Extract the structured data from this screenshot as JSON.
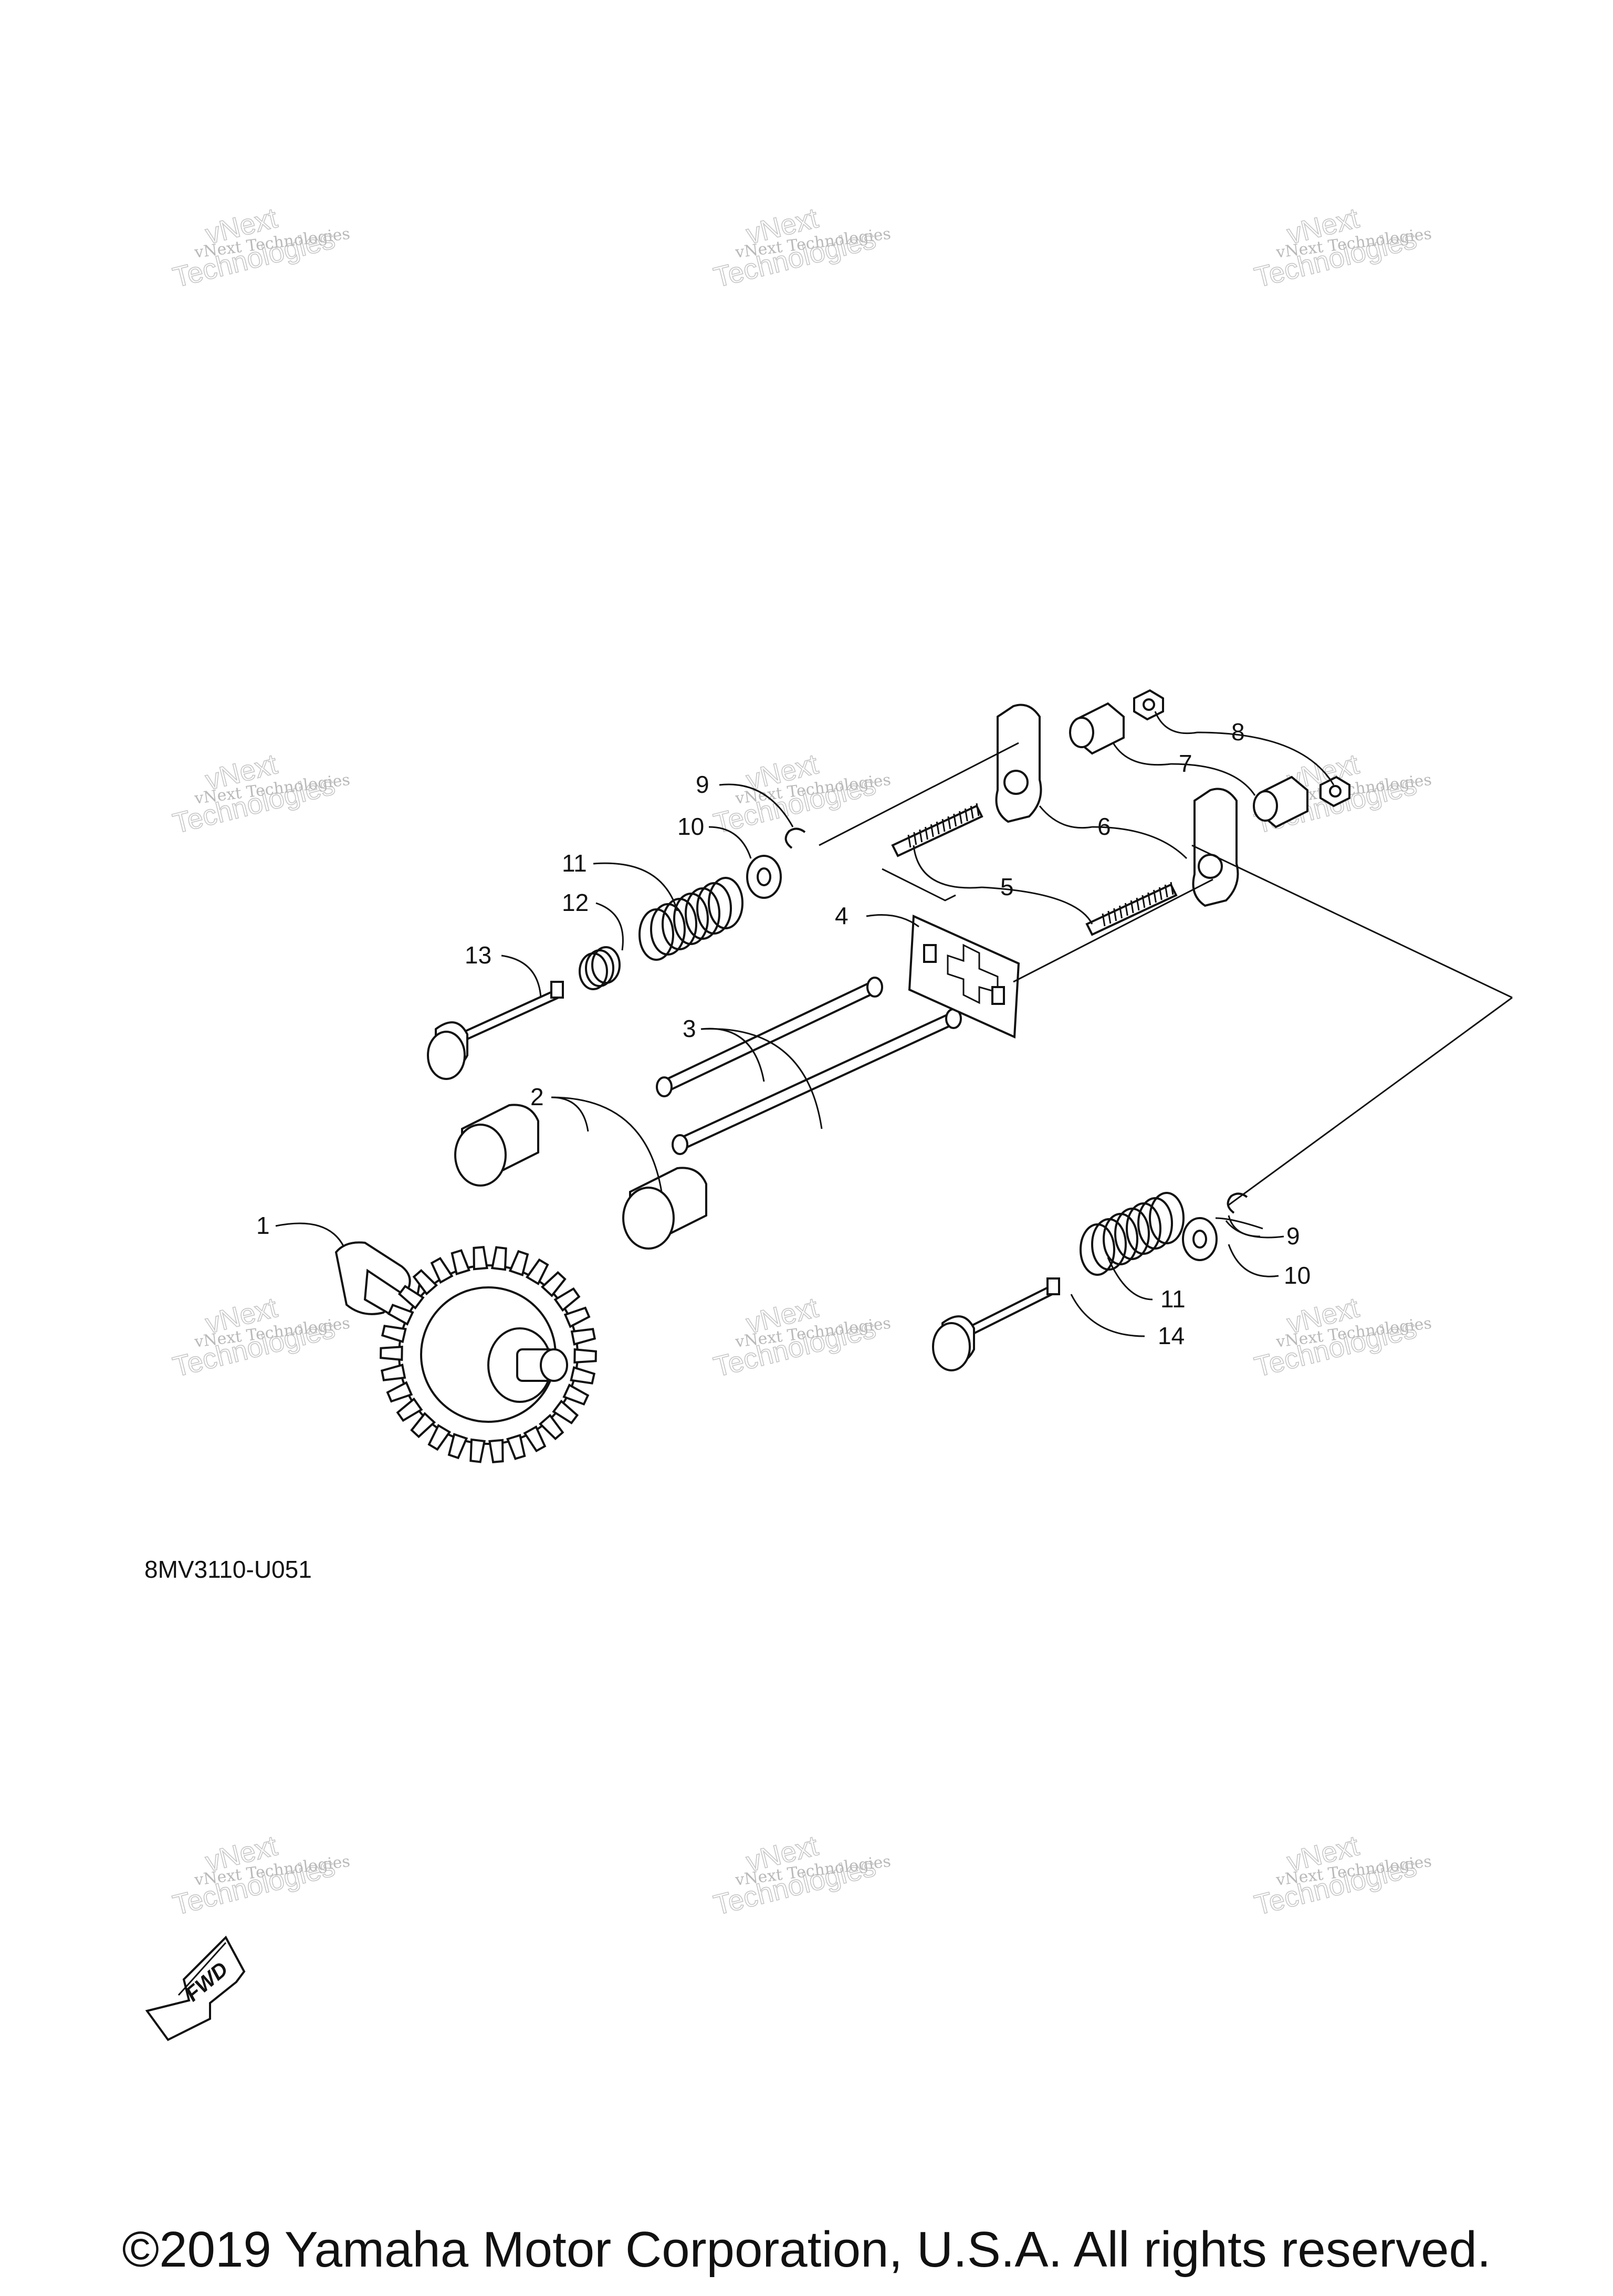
{
  "diagram": {
    "ref_code": "8MV3110-U051",
    "copyright": "©2019 Yamaha Motor Corporation, U.S.A. All rights reserved.",
    "fwd_label": "FWD",
    "watermark": {
      "line1": "vNext",
      "line2": "Technologies",
      "line3": "vNext Technologies"
    },
    "callouts": [
      "1",
      "2",
      "3",
      "4",
      "5",
      "6",
      "7",
      "8",
      "9",
      "10",
      "11",
      "12",
      "13",
      "14",
      "9",
      "10",
      "11"
    ]
  }
}
